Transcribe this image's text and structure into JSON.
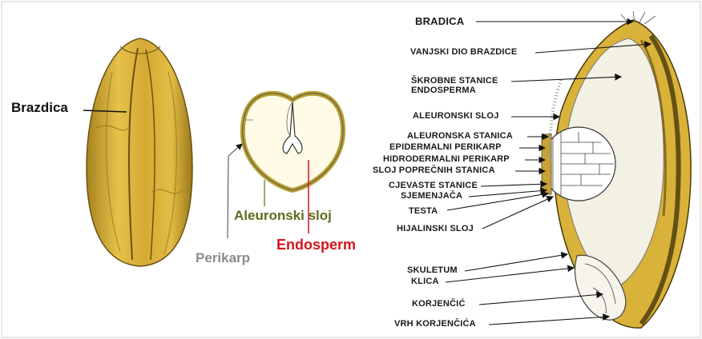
{
  "colors": {
    "grain": "#d9b23a",
    "grain_dark": "#6b5212",
    "aleurone_text": "#5f6b1c",
    "pericarp_text": "#8a8a8a",
    "endosperm_text": "#d6141c",
    "text": "#111111"
  },
  "left": {
    "brazdica": "Brazdica"
  },
  "middle": {
    "aleuronski_sloj": "Aleuronski sloj",
    "perikarp": "Perikarp",
    "endosperm": "Endosperm"
  },
  "right": {
    "labels": [
      "BRADICA",
      "VANJSKI DIO BRAZDICE",
      "ŠKROBNE STANICE",
      "ENDOSPERMA",
      "ALEURONSKI SLOJ",
      "ALEURONSKA STANICA",
      "EPIDERMALNI PERIKARP",
      "HIDRODERMALNI PERIKARP",
      "SLOJ POPREČNIH STANICA",
      "CJEVASTE STANICE",
      "SJEMENJAČA",
      "TESTA",
      "HIJALINSKI SLOJ",
      "SKULETUM",
      "KLICA",
      "KORJENČIĆ",
      "VRH KORJENČIĆA"
    ]
  }
}
